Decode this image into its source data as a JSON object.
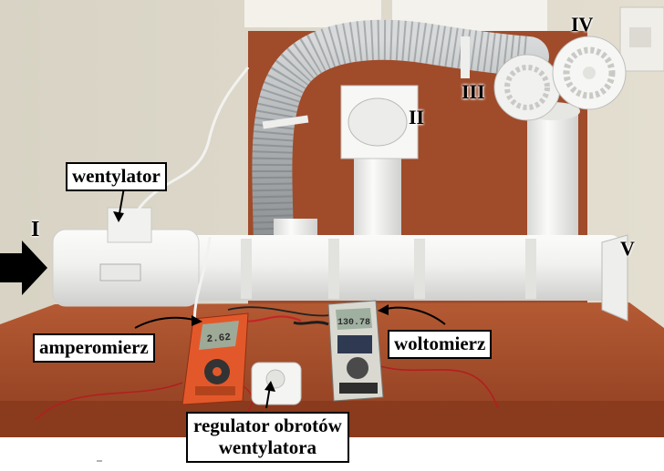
{
  "labels": {
    "fan": "wentylator",
    "ammeter": "amperomierz",
    "voltmeter": "woltomierz",
    "regulator_line1": "regulator obrotów",
    "regulator_line2": "wentylatora"
  },
  "markers": {
    "inlet": "I",
    "outlet_2": "II",
    "outlet_3": "III",
    "outlet_4": "IV",
    "outlet_5": "V"
  },
  "meters": {
    "ammeter_reading": "2.62",
    "voltmeter_reading": "130.78"
  },
  "colors": {
    "wall": "#d9d4c6",
    "board": "#a8502e",
    "table": "#b5562e",
    "pipe": "#f4f4f2",
    "duct": "#b9bcbd",
    "ammeter_body": "#e3582a",
    "voltmeter_body": "#d9d9d2"
  }
}
